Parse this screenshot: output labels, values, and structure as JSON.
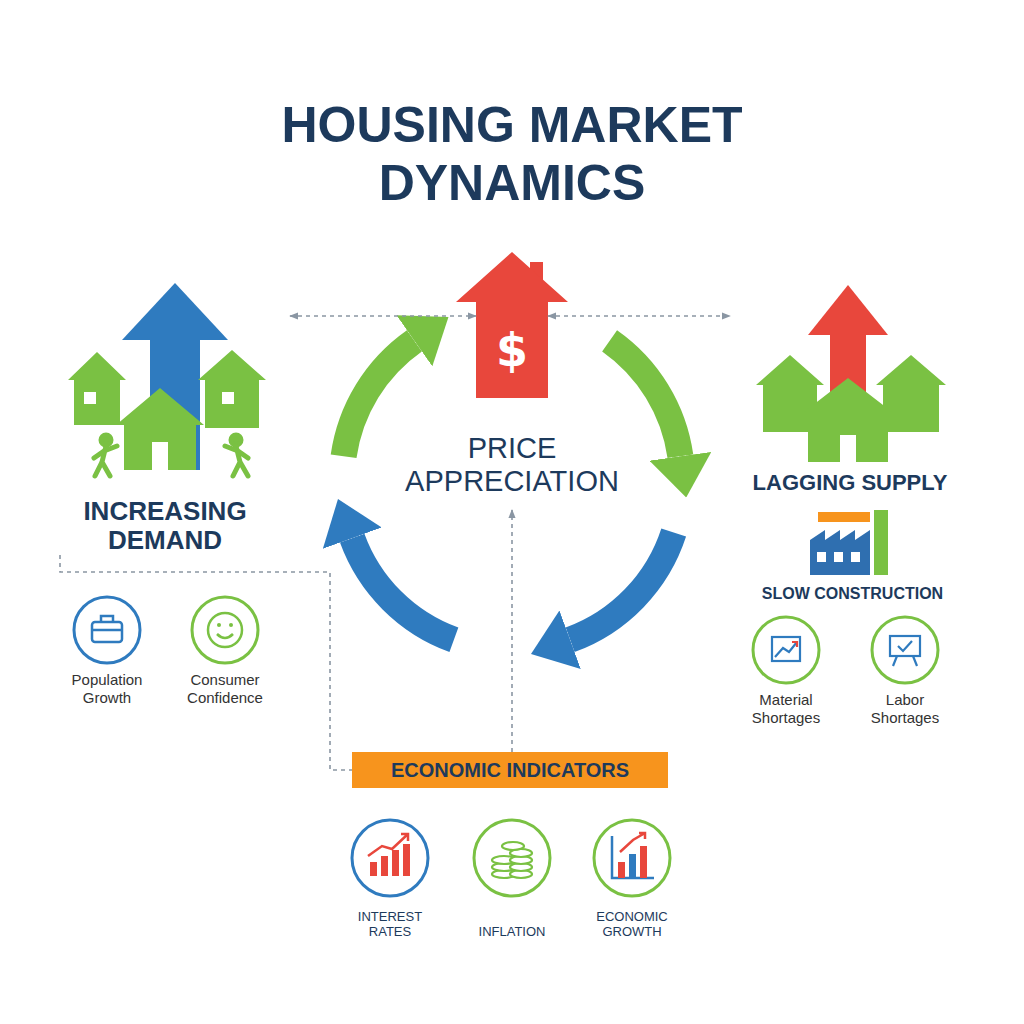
{
  "diagram": {
    "title": "HOUSING MARKET DYNAMICS",
    "nodes": [
      {
        "text": [
          "INCREASING DEMAND"
        ]
      },
      {
        "text": [
          "$"
        ]
      },
      {
        "text": [
          "PRICE APPRECIATION"
        ]
      },
      {
        "text": [
          "LAGGING SUPPLY"
        ]
      },
      {
        "text": [
          "SLOW CONSTRUCTION"
        ]
      },
      {
        "text": [
          "Population Growth"
        ]
      },
      {
        "text": [
          "Consumer Confidence"
        ]
      },
      {
        "text": [
          "Material Shortages"
        ]
      },
      {
        "text": [
          "Labor Shortages"
        ]
      },
      {
        "text": [
          "ECONOMIC INDICATORS"
        ]
      },
      {
        "text": [
          "INTEREST RATES"
        ]
      },
      {
        "text": [
          "INFLATION"
        ]
      },
      {
        "text": [
          "ECONOMIC GROWTH"
        ]
      }
    ],
    "edges": [
      {
        "from": 0,
        "to": 1,
        "arrow": "both"
      },
      {
        "from": 1,
        "to": 3,
        "arrow": "both"
      },
      {
        "from": 0,
        "to": 9,
        "arrow": "none"
      },
      {
        "from": 9,
        "to": 2,
        "arrow": "to"
      }
    ]
  }
}
